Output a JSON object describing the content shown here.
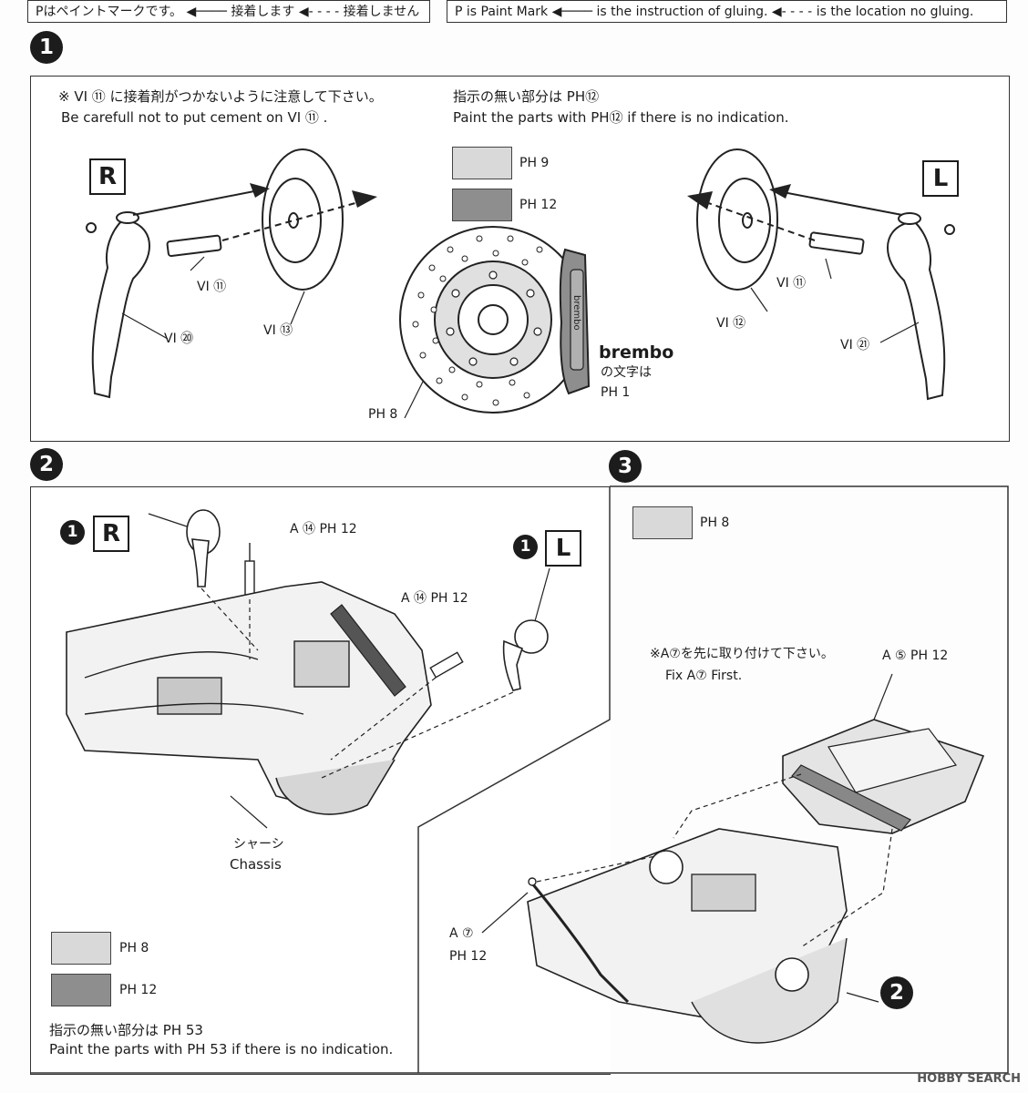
{
  "legend_jp": {
    "paint_mark": "Pはペイントマークです。",
    "glue": "接着します",
    "no_glue": "接着しません"
  },
  "legend_en": {
    "paint_mark": "P is Paint Mark",
    "glue": "is the instruction of gluing.",
    "no_glue": "is the location no gluing."
  },
  "step1": {
    "number": "1",
    "note_jp": "※ VI ⑪ に接着剤がつかないように注意して下さい。",
    "note_en": "Be carefull not to put cement on VI ⑪ .",
    "paint_note_jp": "指示の無い部分は PH⑫",
    "paint_note_en": "Paint the parts with PH⑫ if there is no indication.",
    "swatch_light": "PH 9",
    "swatch_dark": "PH 12",
    "side_r": "R",
    "side_l": "L",
    "parts_r": [
      "VI ⑪",
      "VI ⑬",
      "VI ⑳"
    ],
    "parts_l": [
      "VI ⑪",
      "VI ⑫",
      "VI ㉑"
    ],
    "disc_paint": "PH 8",
    "brembo_logo": "brembo",
    "brembo_jp": "の文字は",
    "brembo_paint": "PH 1",
    "caliper_text": "brembo"
  },
  "step2": {
    "number": "2",
    "ref_r": "1",
    "ref_l": "1",
    "side_r": "R",
    "side_l": "L",
    "part_a14_top": "A ⑭ PH 12",
    "part_a14_mid": "A ⑭ PH 12",
    "chassis_jp": "シャーシ",
    "chassis_en": "Chassis",
    "swatch_light": "PH 8",
    "swatch_dark": "PH 12",
    "paint_note_jp": "指示の無い部分は PH 53",
    "paint_note_en": "Paint the parts with PH 53  if there is no indication."
  },
  "step3": {
    "number": "3",
    "swatch_light": "PH 8",
    "note_jp": "※A⑦を先に取り付けて下さい。",
    "note_en": "Fix A⑦ First.",
    "part_a5": "A ⑤ PH 12",
    "part_a7": "A ⑦",
    "part_a7_paint": "PH 12",
    "ref_step": "2"
  },
  "watermark": "HOBBY SEARCH"
}
